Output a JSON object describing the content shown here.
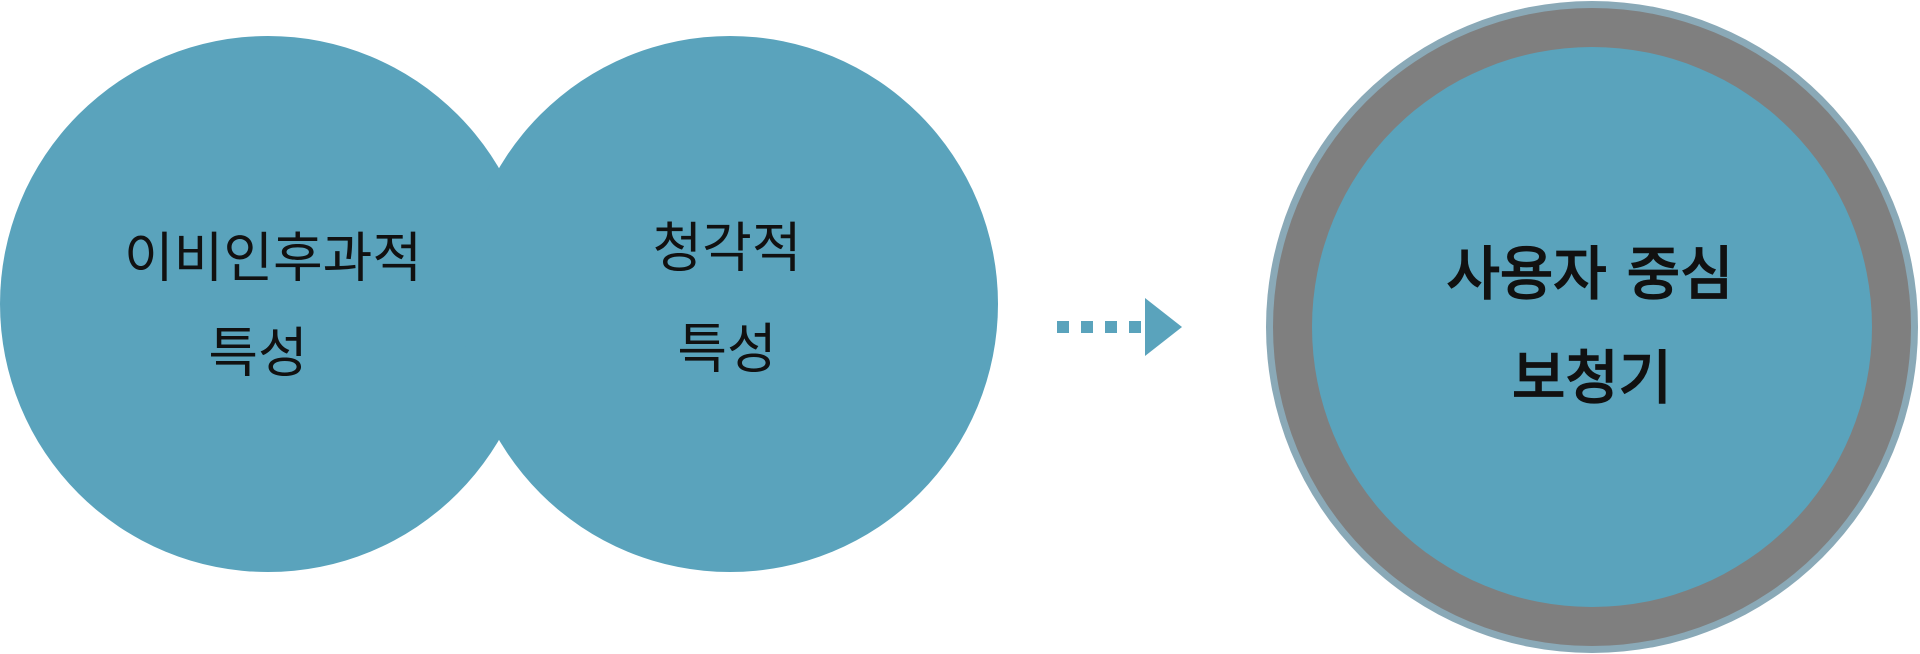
{
  "diagram": {
    "left_circle": {
      "line1": "이비인후과적",
      "line2": "특성"
    },
    "middle_circle": {
      "line1": "청각적",
      "line2": "특성"
    },
    "result_circle": {
      "line1": "사용자 중심",
      "line2": "보청기"
    },
    "arrow_icon": "dotted-right-arrow"
  },
  "colors": {
    "circle_fill": "#5aa3bc",
    "ring_outer": "#8aa9b7",
    "ring_gray": "#7f7f7f",
    "arrow": "#5aa3bc",
    "text": "#111111"
  }
}
